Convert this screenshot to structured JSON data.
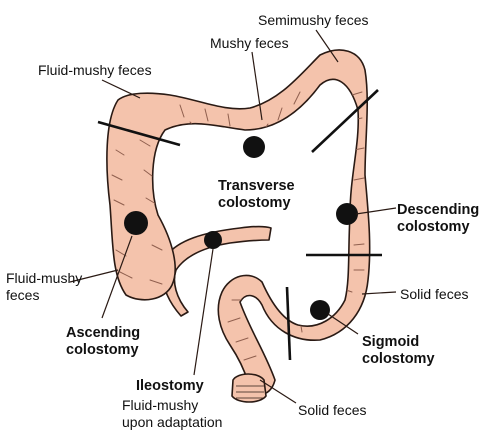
{
  "colors": {
    "tissue": "#f4c3ac",
    "outline": "#2a1a14",
    "texture": "#8f5f4e",
    "stoma": "#111111",
    "cut_line": "#111111",
    "background": "#ffffff"
  },
  "labels": {
    "semimushy_feces": "Semimushy feces",
    "mushy_feces": "Mushy feces",
    "fluid_mushy_feces_top": "Fluid-mushy feces",
    "transverse_colostomy": [
      "Transverse",
      "colostomy"
    ],
    "descending_colostomy": [
      "Descending",
      "colostomy"
    ],
    "fluid_mushy_feces_left": [
      "Fluid-mushy",
      "feces"
    ],
    "solid_feces_right": "Solid feces",
    "ascending_colostomy": [
      "Ascending",
      "colostomy"
    ],
    "sigmoid_colostomy": [
      "Sigmoid",
      "colostomy"
    ],
    "ileostomy": "Ileostomy",
    "fluid_mushy_upon_adaptation": [
      "Fluid-mushy",
      "upon adaptation"
    ],
    "solid_feces_bottom": "Solid feces"
  }
}
